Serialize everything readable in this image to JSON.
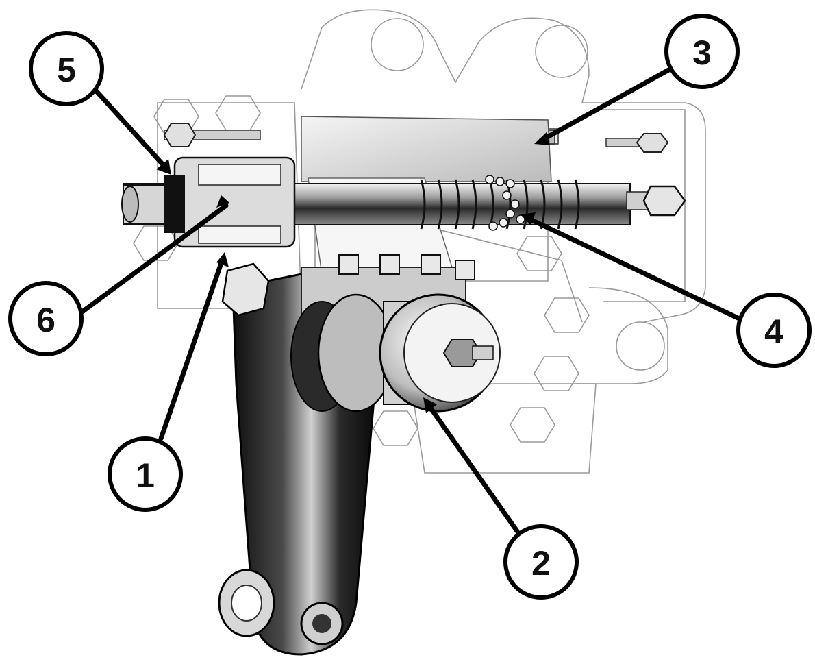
{
  "colors": {
    "background": "#ffffff",
    "ink": "#111111",
    "housing_outline": "#9a9a9a",
    "metal_dark": "#1a1a1a",
    "metal_light": "#d9d9d9"
  },
  "callouts": [
    {
      "id": "c1",
      "label": "1",
      "part": "pitman-arm-shaft-bearing"
    },
    {
      "id": "c2",
      "label": "2",
      "part": "sector-shaft-bearing"
    },
    {
      "id": "c3",
      "label": "3",
      "part": "control-valve-rod"
    },
    {
      "id": "c4",
      "label": "4",
      "part": "recirculating-balls-worm"
    },
    {
      "id": "c5",
      "label": "5",
      "part": "input-shaft-seal"
    },
    {
      "id": "c6",
      "label": "6",
      "part": "torsion-bar"
    }
  ]
}
